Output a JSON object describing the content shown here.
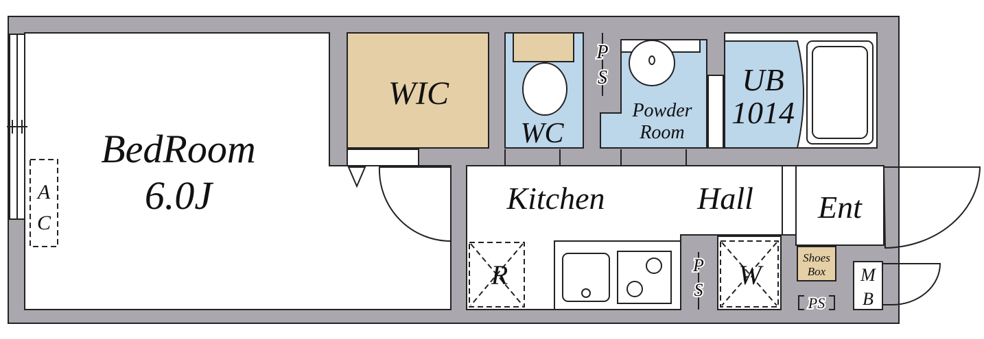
{
  "rooms": {
    "bedroom": {
      "name": "BedRoom",
      "size": "6.0J"
    },
    "wic": "WIC",
    "wc": "WC",
    "powder_room": {
      "line1": "Powder",
      "line2": "Room"
    },
    "unit_bath": {
      "line1": "UB",
      "line2": "1014"
    },
    "kitchen": "Kitchen",
    "hall": "Hall",
    "entrance": "Ent"
  },
  "fixtures": {
    "ac": {
      "line1": "A",
      "line2": "C"
    },
    "ps_upper": {
      "line1": "P",
      "line2": "S"
    },
    "ps_lower": {
      "line1": "P",
      "line2": "S"
    },
    "ps_entrance": "PS",
    "refrigerator": "R",
    "washer": "W",
    "shoes_box": {
      "line1": "Shoes",
      "line2": "Box"
    },
    "meter_box": {
      "line1": "M",
      "line2": "B"
    }
  },
  "colors": {
    "wall": "#aba7ae",
    "closet": "#e5cfa6",
    "wet_area": "#bcd6ea",
    "floor": "#ffffff"
  }
}
